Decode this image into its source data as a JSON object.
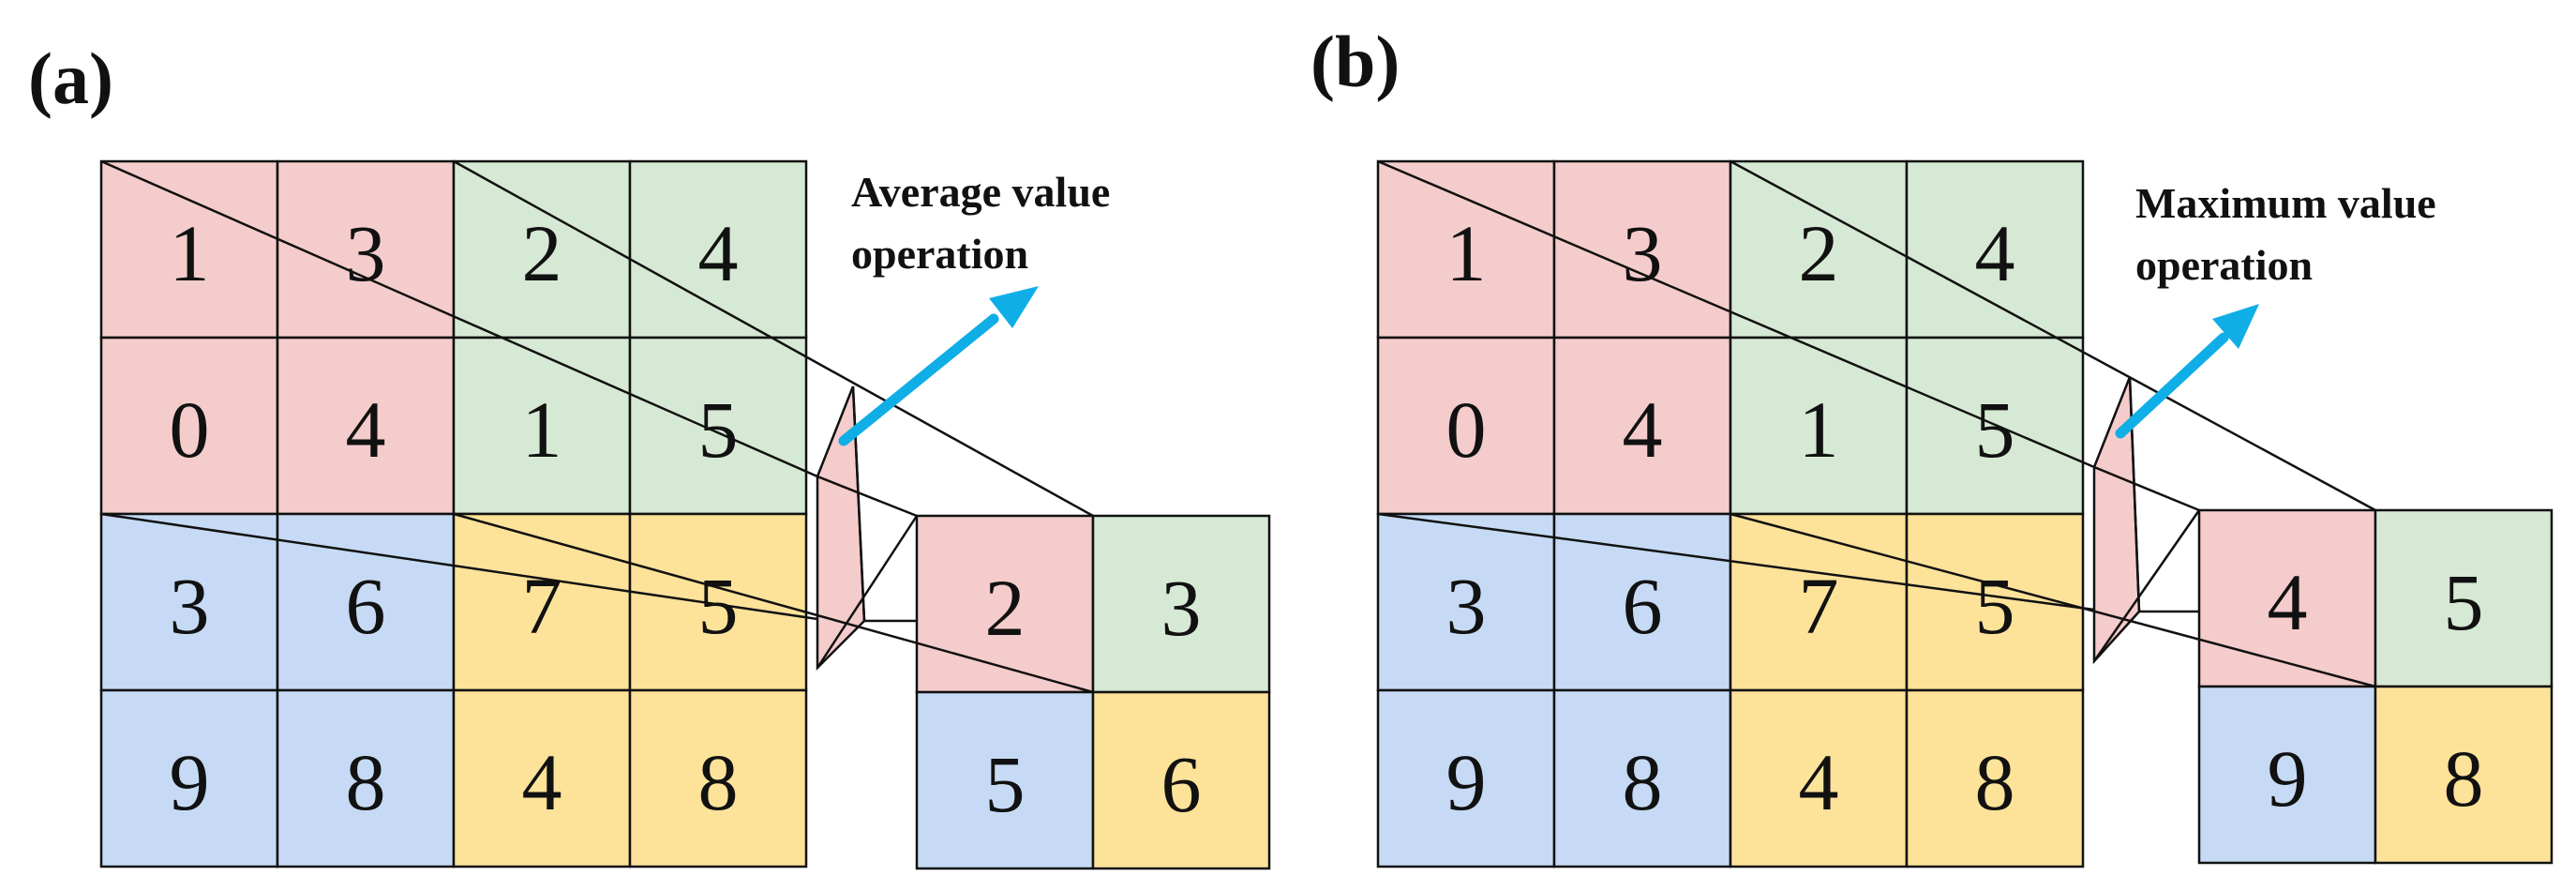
{
  "colors": {
    "red": "#f4cccb",
    "green": "#d6e9d4",
    "blue": "#c6daf5",
    "yellow": "#fde29a",
    "arrow": "#10aee6",
    "line": "#111111"
  },
  "panels": [
    {
      "label": "(a)",
      "operation_line1": "Average value",
      "operation_line2": "operation",
      "input_grid": [
        [
          "1",
          "3",
          "2",
          "4"
        ],
        [
          "0",
          "4",
          "1",
          "5"
        ],
        [
          "3",
          "6",
          "7",
          "5"
        ],
        [
          "9",
          "8",
          "4",
          "8"
        ]
      ],
      "output_grid": [
        [
          "2",
          "3"
        ],
        [
          "5",
          "6"
        ]
      ]
    },
    {
      "label": "(b)",
      "operation_line1": "Maximum value",
      "operation_line2": "operation",
      "input_grid": [
        [
          "1",
          "3",
          "2",
          "4"
        ],
        [
          "0",
          "4",
          "1",
          "5"
        ],
        [
          "3",
          "6",
          "7",
          "5"
        ],
        [
          "9",
          "8",
          "4",
          "8"
        ]
      ],
      "output_grid": [
        [
          "4",
          "5"
        ],
        [
          "9",
          "8"
        ]
      ]
    }
  ]
}
